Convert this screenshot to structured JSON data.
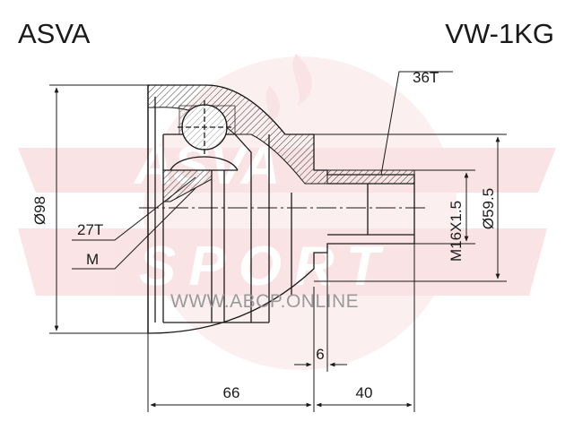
{
  "header": {
    "brand": "ASVA",
    "part_number": "VW-1KG"
  },
  "watermark": {
    "url": "WWW.ABCP.ONLINE",
    "logo_text": "ASVA SPORT",
    "logo_color": "#e05560"
  },
  "dimensions": {
    "outer_diameter": "Ø98",
    "spline_outer": "36T",
    "spline_inner": "27T",
    "inner_mark": "M",
    "thread": "M16X1.5",
    "seal_diameter": "Ø59.5",
    "shoulder": "6",
    "body_length": "66",
    "shaft_length": "40"
  },
  "colors": {
    "line": "#1a1a1a",
    "hatch": "#333333",
    "logo": "#e05560"
  }
}
